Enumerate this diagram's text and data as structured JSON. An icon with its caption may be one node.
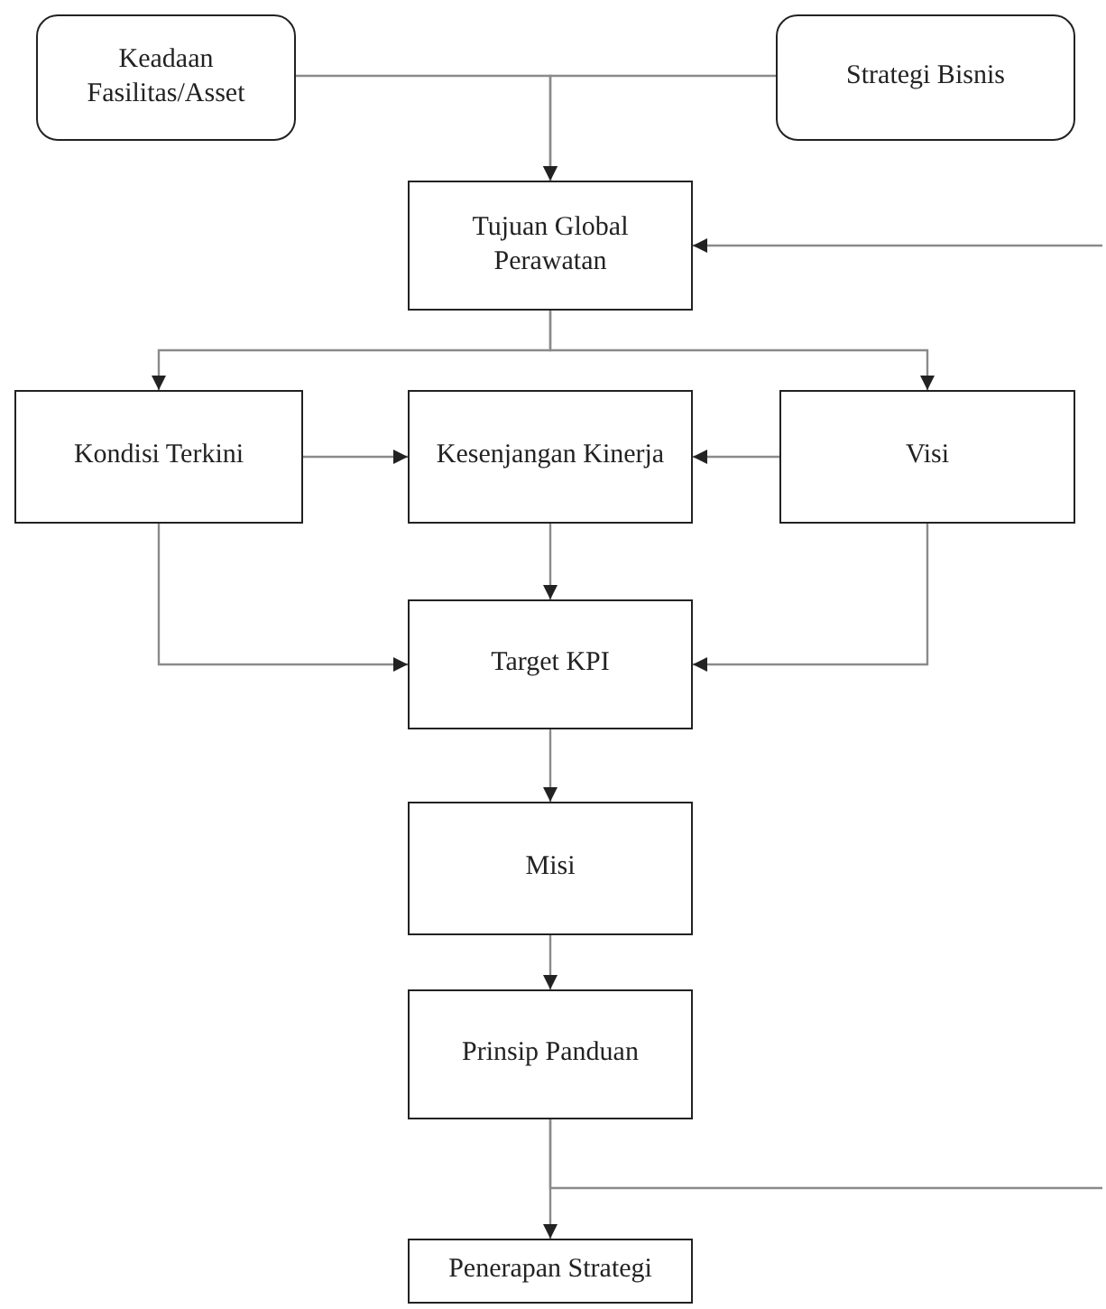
{
  "diagram": {
    "nodes": [
      {
        "text": [
          "Keadaan Fasilitas/Asset"
        ]
      },
      {
        "text": [
          "Strategi Bisnis"
        ]
      },
      {
        "text": [
          "Tujuan Global Perawatan"
        ]
      },
      {
        "text": [
          "Kondisi Terkini"
        ]
      },
      {
        "text": [
          "Kesenjangan Kinerja"
        ]
      },
      {
        "text": [
          "Visi"
        ]
      },
      {
        "text": [
          "Target KPI"
        ]
      },
      {
        "text": [
          "Misi"
        ]
      },
      {
        "text": [
          "Prinsip Panduan"
        ]
      },
      {
        "text": [
          "Penerapan Strategi"
        ]
      }
    ],
    "edges": [
      {
        "from": 0,
        "to": 2,
        "arrow": "to"
      },
      {
        "from": 1,
        "to": 2,
        "arrow": "to"
      },
      {
        "from": null,
        "to": 2,
        "arrow": "to"
      },
      {
        "from": 2,
        "to": 3,
        "arrow": "to"
      },
      {
        "from": 2,
        "to": 5,
        "arrow": "to"
      },
      {
        "from": 3,
        "to": 4,
        "arrow": "to"
      },
      {
        "from": 5,
        "to": 4,
        "arrow": "to"
      },
      {
        "from": 4,
        "to": 6,
        "arrow": "to"
      },
      {
        "from": 3,
        "to": 6,
        "arrow": "to"
      },
      {
        "from": 5,
        "to": 6,
        "arrow": "to"
      },
      {
        "from": 6,
        "to": 7,
        "arrow": "to"
      },
      {
        "from": 7,
        "to": 8,
        "arrow": "to"
      },
      {
        "from": 8,
        "to": 9,
        "arrow": "to"
      },
      {
        "from": 8,
        "to": null,
        "arrow": "none"
      }
    ]
  }
}
